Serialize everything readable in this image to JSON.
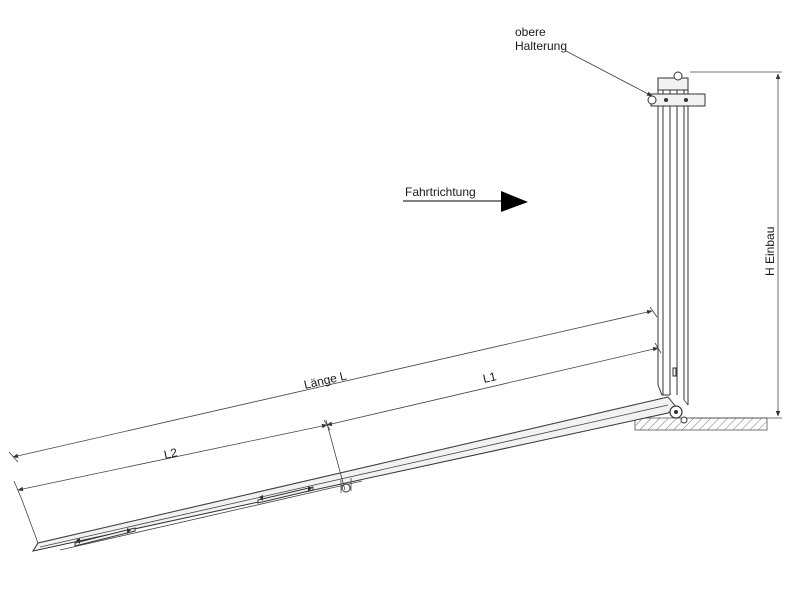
{
  "labels": {
    "upper_mount_line1": "obere",
    "upper_mount_line2": "Halterung",
    "direction": "Fahrtrichtung",
    "length_total": "Länge L",
    "length_l1": "L1",
    "length_l2": "L2",
    "height": "H Einbau"
  },
  "colors": {
    "line": "#333333",
    "arrow": "#000000",
    "ground_hatch": "#555555"
  }
}
